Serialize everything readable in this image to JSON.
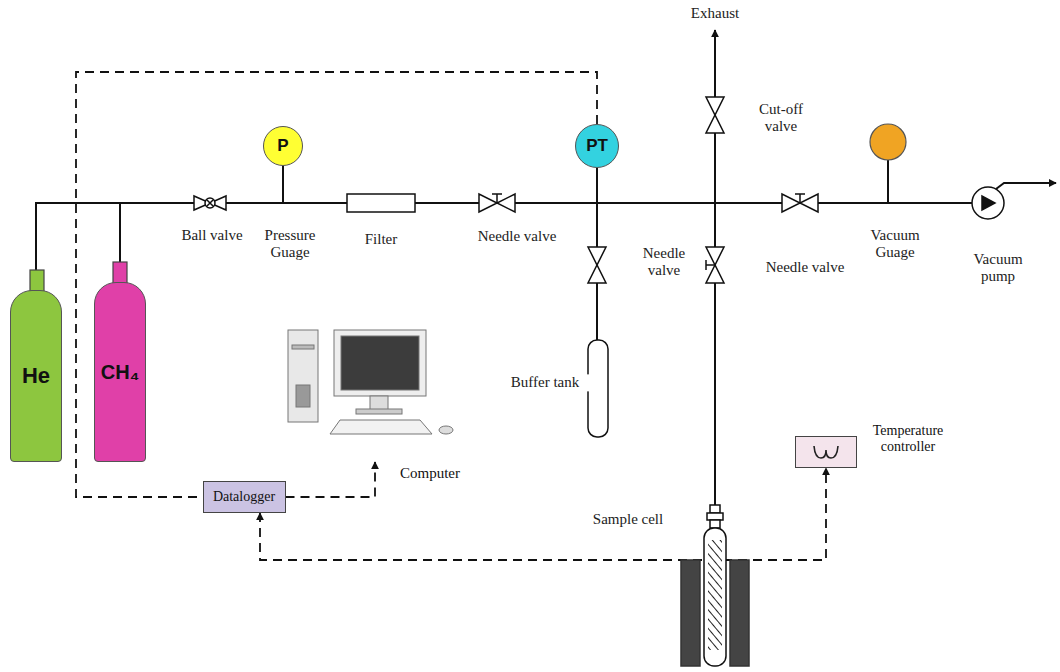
{
  "diagram": {
    "nodes": [
      {
        "text": [
          "He"
        ]
      },
      {
        "text": [
          "CH₄"
        ]
      },
      {
        "text": [
          "P"
        ]
      },
      {
        "text": [
          "PT"
        ]
      },
      {
        "text": [
          "Datalogger"
        ]
      },
      {
        "text": [
          "Computer"
        ]
      },
      {
        "text": [
          "Temperature controller"
        ]
      }
    ],
    "edges": [
      {
        "from": 0,
        "to": 2,
        "arrow": "none"
      },
      {
        "from": 1,
        "to": 2,
        "arrow": "none"
      },
      {
        "from": 2,
        "to": 3,
        "arrow": "none"
      },
      {
        "from": 3,
        "to": 4,
        "arrow": "none"
      },
      {
        "from": 4,
        "to": 5,
        "arrow": "to"
      },
      {
        "from": 4,
        "to": 6,
        "arrow": "both"
      }
    ],
    "labels": [
      "Ball valve",
      "Pressure Guage",
      "Filter",
      "Needle valve",
      "Buffer tank",
      "Exhaust",
      "Cut-off valve",
      "Needle valve",
      "Needle valve",
      "Vacuum Guage",
      "Vacuum pump",
      "Sample cell"
    ]
  }
}
